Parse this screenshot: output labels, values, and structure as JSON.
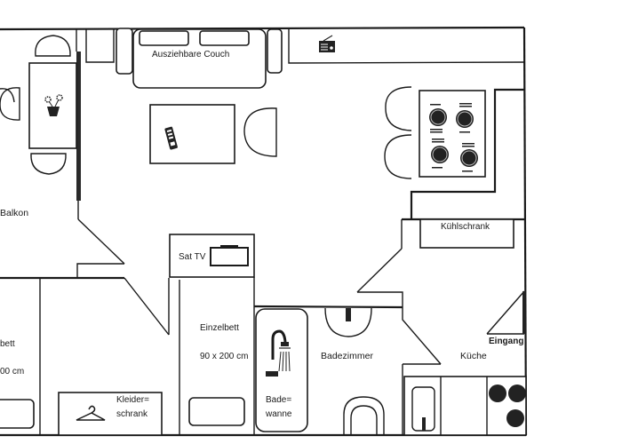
{
  "floorplan": {
    "colors": {
      "ink": "#1a1a1a",
      "background": "#ffffff"
    },
    "rooms": {
      "balcony": "Balkon",
      "bathroom": "Badezimmer",
      "kitchen": "Küche",
      "entrance": "Eingang"
    },
    "furniture": {
      "couch": "Ausziehbare Couch",
      "sat_tv": "Sat TV",
      "fridge": "Kühlschrank",
      "single_bed": "Einzelbett",
      "single_bed_size": "90 x 200 cm",
      "left_bed_partial": "bett",
      "left_bed_size_partial": "00 cm",
      "wardrobe_line1": "Kleider=",
      "wardrobe_line2": "schrank",
      "bathtub_line1": "Bade=",
      "bathtub_line2": "wanne"
    },
    "icons": [
      "flower-pot-icon",
      "remote-control-icon",
      "radio-icon",
      "place-setting-icon",
      "tv-icon",
      "coat-hanger-icon",
      "shower-icon",
      "toilet-icon",
      "sink-icon",
      "stove-burner-icon"
    ]
  }
}
